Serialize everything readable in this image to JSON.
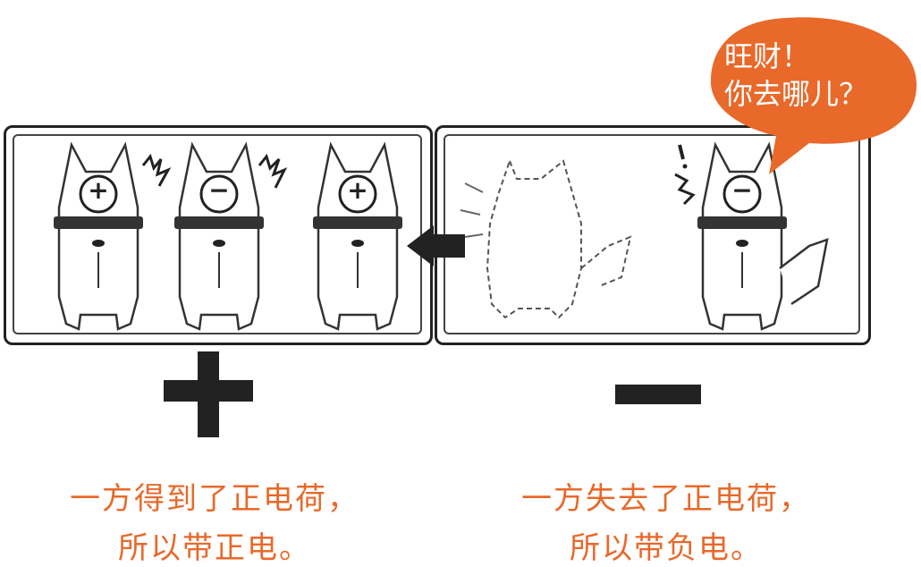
{
  "speech_bubble": {
    "line1": "旺财！",
    "line2": "你去哪儿？",
    "color": "#e8692a"
  },
  "left_panel": {
    "charges": [
      "+",
      "−",
      "+"
    ],
    "symbol": "+",
    "caption_line1": "一方得到了正电荷，",
    "caption_line2": "所以带正电。"
  },
  "right_panel": {
    "charges": [
      "−"
    ],
    "symbol": "−",
    "caption_line1": "一方失去了正电荷，",
    "caption_line2": "所以带负电。"
  },
  "colors": {
    "accent": "#e8692a",
    "ink": "#222222"
  }
}
